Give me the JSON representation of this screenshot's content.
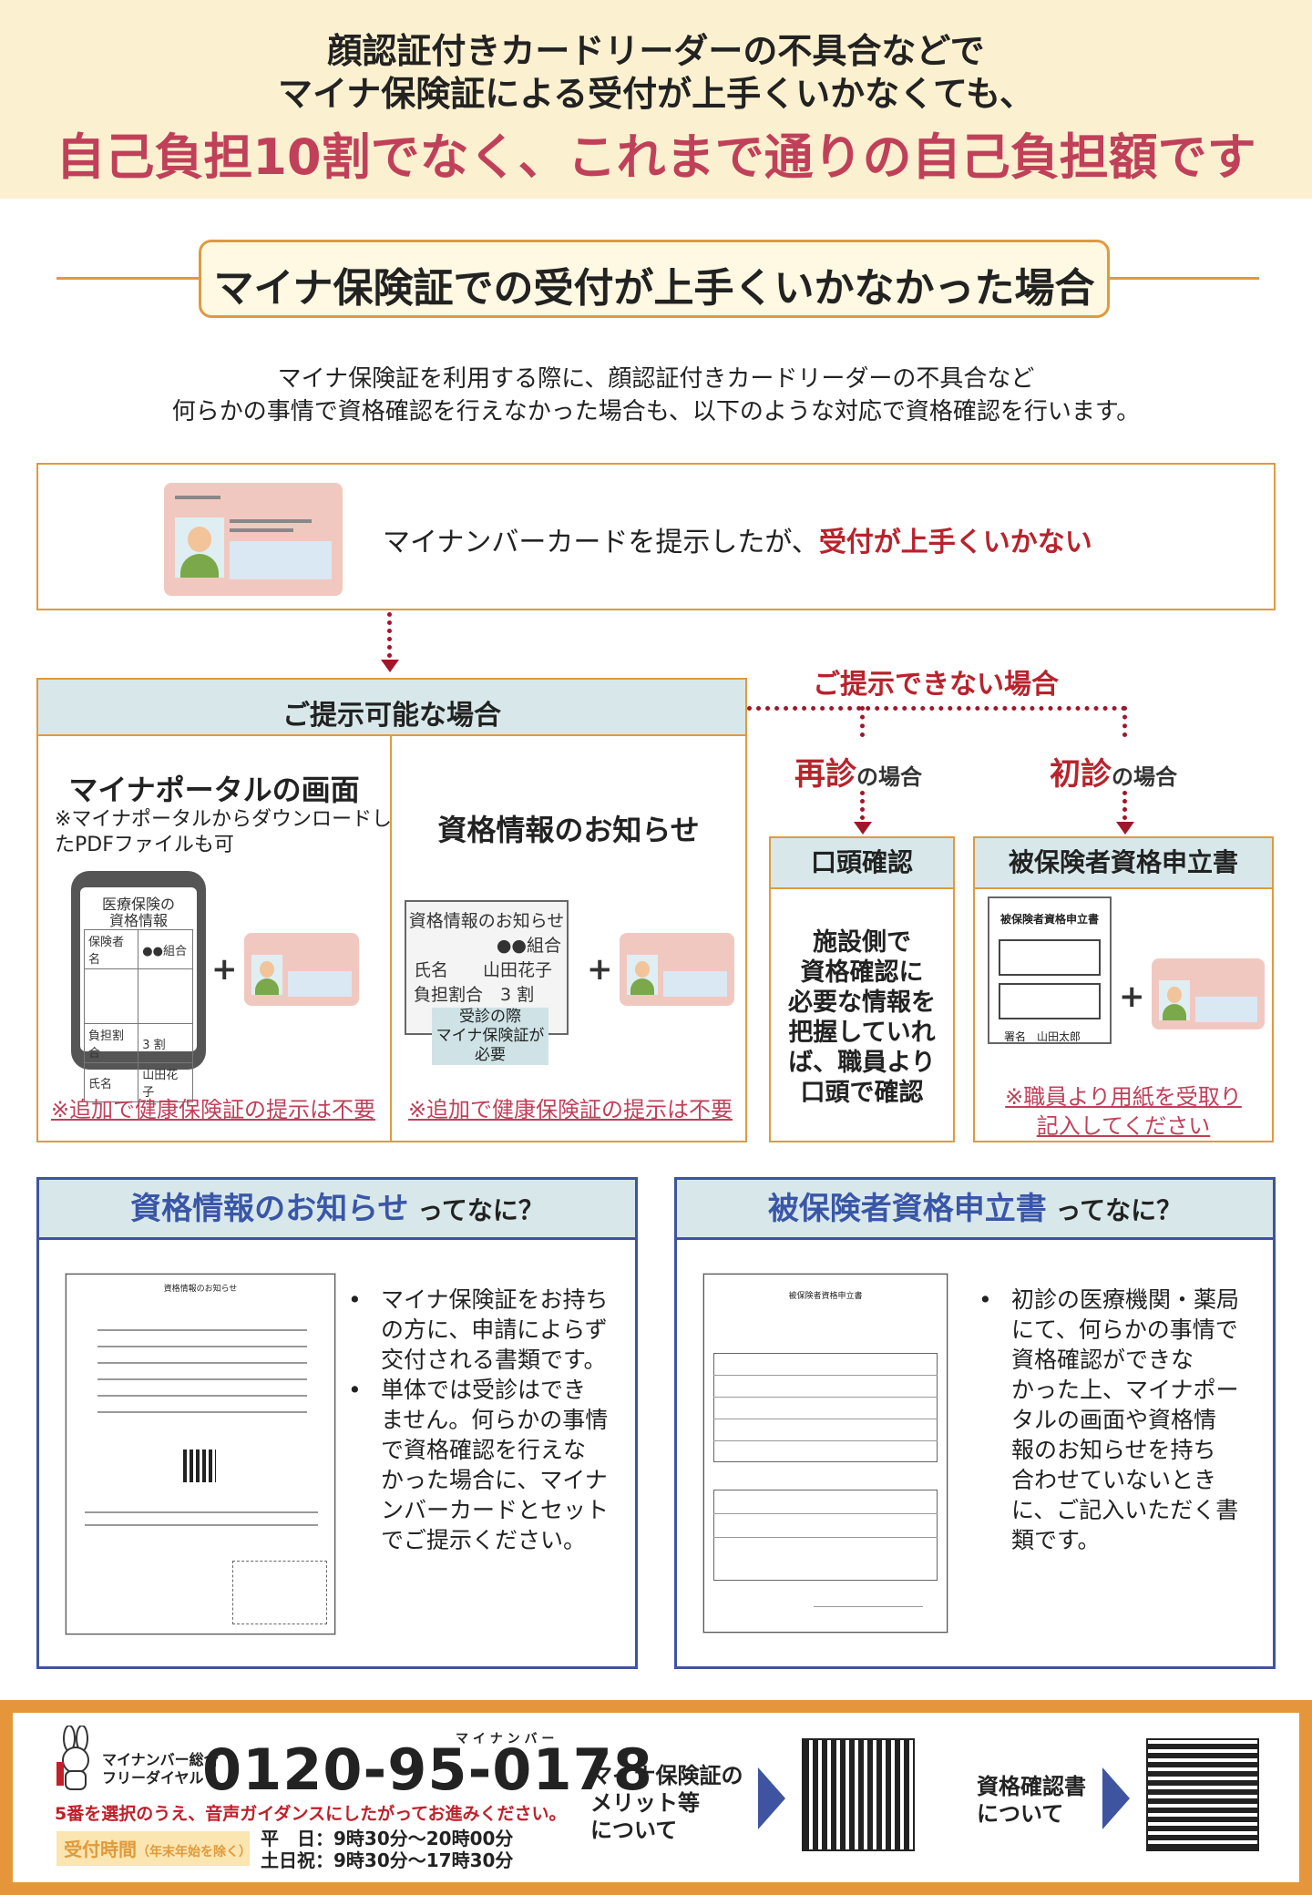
{
  "header": {
    "line1": "顔認証付きカードリーダーの不具合などで",
    "line2": "マイナ保険証による受付が上手くいかなくても、",
    "headline": "自己負担10割でなく、これまで通りの自己負担額です"
  },
  "section": {
    "title": "マイナ保険証での受付が上手くいかなかった場合",
    "intro1": "マイナ保険証を利用する際に、顔認証付きカードリーダーの不具合など",
    "intro2": "何らかの事情で資格確認を行えなかった場合も、以下のような対応で資格確認を行います。"
  },
  "top_card": {
    "text_plain": "マイナンバーカードを提示したが、",
    "text_red": "受付が上手くいかない"
  },
  "presentable": {
    "title": "ご提示可能な場合",
    "portal": {
      "title": "マイナポータルの画面",
      "note1": "※マイナポータルからダウンロードし",
      "note2": "たPDFファイルも可",
      "screen_title1": "医療保険の",
      "screen_title2": "資格情報",
      "rows": [
        {
          "k": "保険者名",
          "v": "●●組合"
        },
        {
          "k": "",
          "v": ""
        },
        {
          "k": "負担割合",
          "v": "3 割"
        },
        {
          "k": "氏名",
          "v": "山田花子"
        }
      ],
      "link": "※追加で健康保険証の提示は不要"
    },
    "notice": {
      "title": "資格情報のお知らせ",
      "doc_title": "資格情報のお知らせ",
      "doc_org": "●●組合",
      "doc_name": "氏名　　山田花子",
      "doc_ratio": "負担割合　3 割",
      "doc_stamp1": "受診の際",
      "doc_stamp2": "マイナ保険証が必要",
      "link": "※追加で健康保険証の提示は不要"
    },
    "plus": "+"
  },
  "not_presentable": {
    "title": "ご提示できない場合",
    "revisit_main": "再診",
    "revisit_suffix": "の場合",
    "first_main": "初診",
    "first_suffix": "の場合",
    "oral": {
      "title": "口頭確認",
      "lines": [
        "施設側で",
        "資格確認に",
        "必要な情報を",
        "把握していれ",
        "ば、職員より",
        "口頭で確認"
      ]
    },
    "application": {
      "title": "被保険者資格申立書",
      "doc_title": "被保険者資格申立書",
      "doc_sign": "署名　山田太郎",
      "link1": "※職員より用紙を受取り",
      "link2": "記入してください"
    }
  },
  "explain_notice": {
    "title_blue": "資格情報のお知らせ",
    "title_suffix": " ってなに？",
    "doc_heading": "資格情報のお知らせ",
    "bullets": [
      [
        "マイナ保険証をお持ち",
        "の方に、申請によらず",
        "交付される書類です。"
      ],
      [
        "単体では受診はでき",
        "ません。何らかの事情",
        "で資格確認を行えな",
        "かった場合に、マイナ",
        "ンバーカードとセット",
        "でご提示ください。"
      ]
    ]
  },
  "explain_application": {
    "title_blue": "被保険者資格申立書",
    "title_suffix": " ってなに？",
    "doc_heading": "被保険者資格申立書",
    "bullets": [
      [
        "初診の医療機関・薬局",
        "にて、何らかの事情で",
        "資格確認ができな",
        "かった上、マイナポー",
        "タルの画面や資格情",
        "報のお知らせを持ち",
        "合わせていないとき",
        "に、ご記入いただく書",
        "類です。"
      ]
    ]
  },
  "footer": {
    "dial_label1": "マイナンバー総合",
    "dial_label2": "フリーダイヤル",
    "ruby": "マ イ ナ ン バ ー",
    "tel": "0120-95-0178",
    "guide": "5番を選択のうえ、音声ガイダンスにしたがってお進みください。",
    "hours_label": "受付時間",
    "hours_note": "（年末年始を除く）",
    "weekday": "平　日：9時30分～20時00分",
    "weekend": "土日祝：9時30分～17時30分",
    "link1": [
      "マイナ保険証の",
      "メリット等",
      "について"
    ],
    "link2": [
      "資格確認書",
      "について"
    ]
  },
  "colors": {
    "accent_orange": "#e19a3b",
    "red": "#b8232c",
    "pink": "#c0405a",
    "blue": "#3f54a0",
    "cream": "#fbf0cf"
  }
}
